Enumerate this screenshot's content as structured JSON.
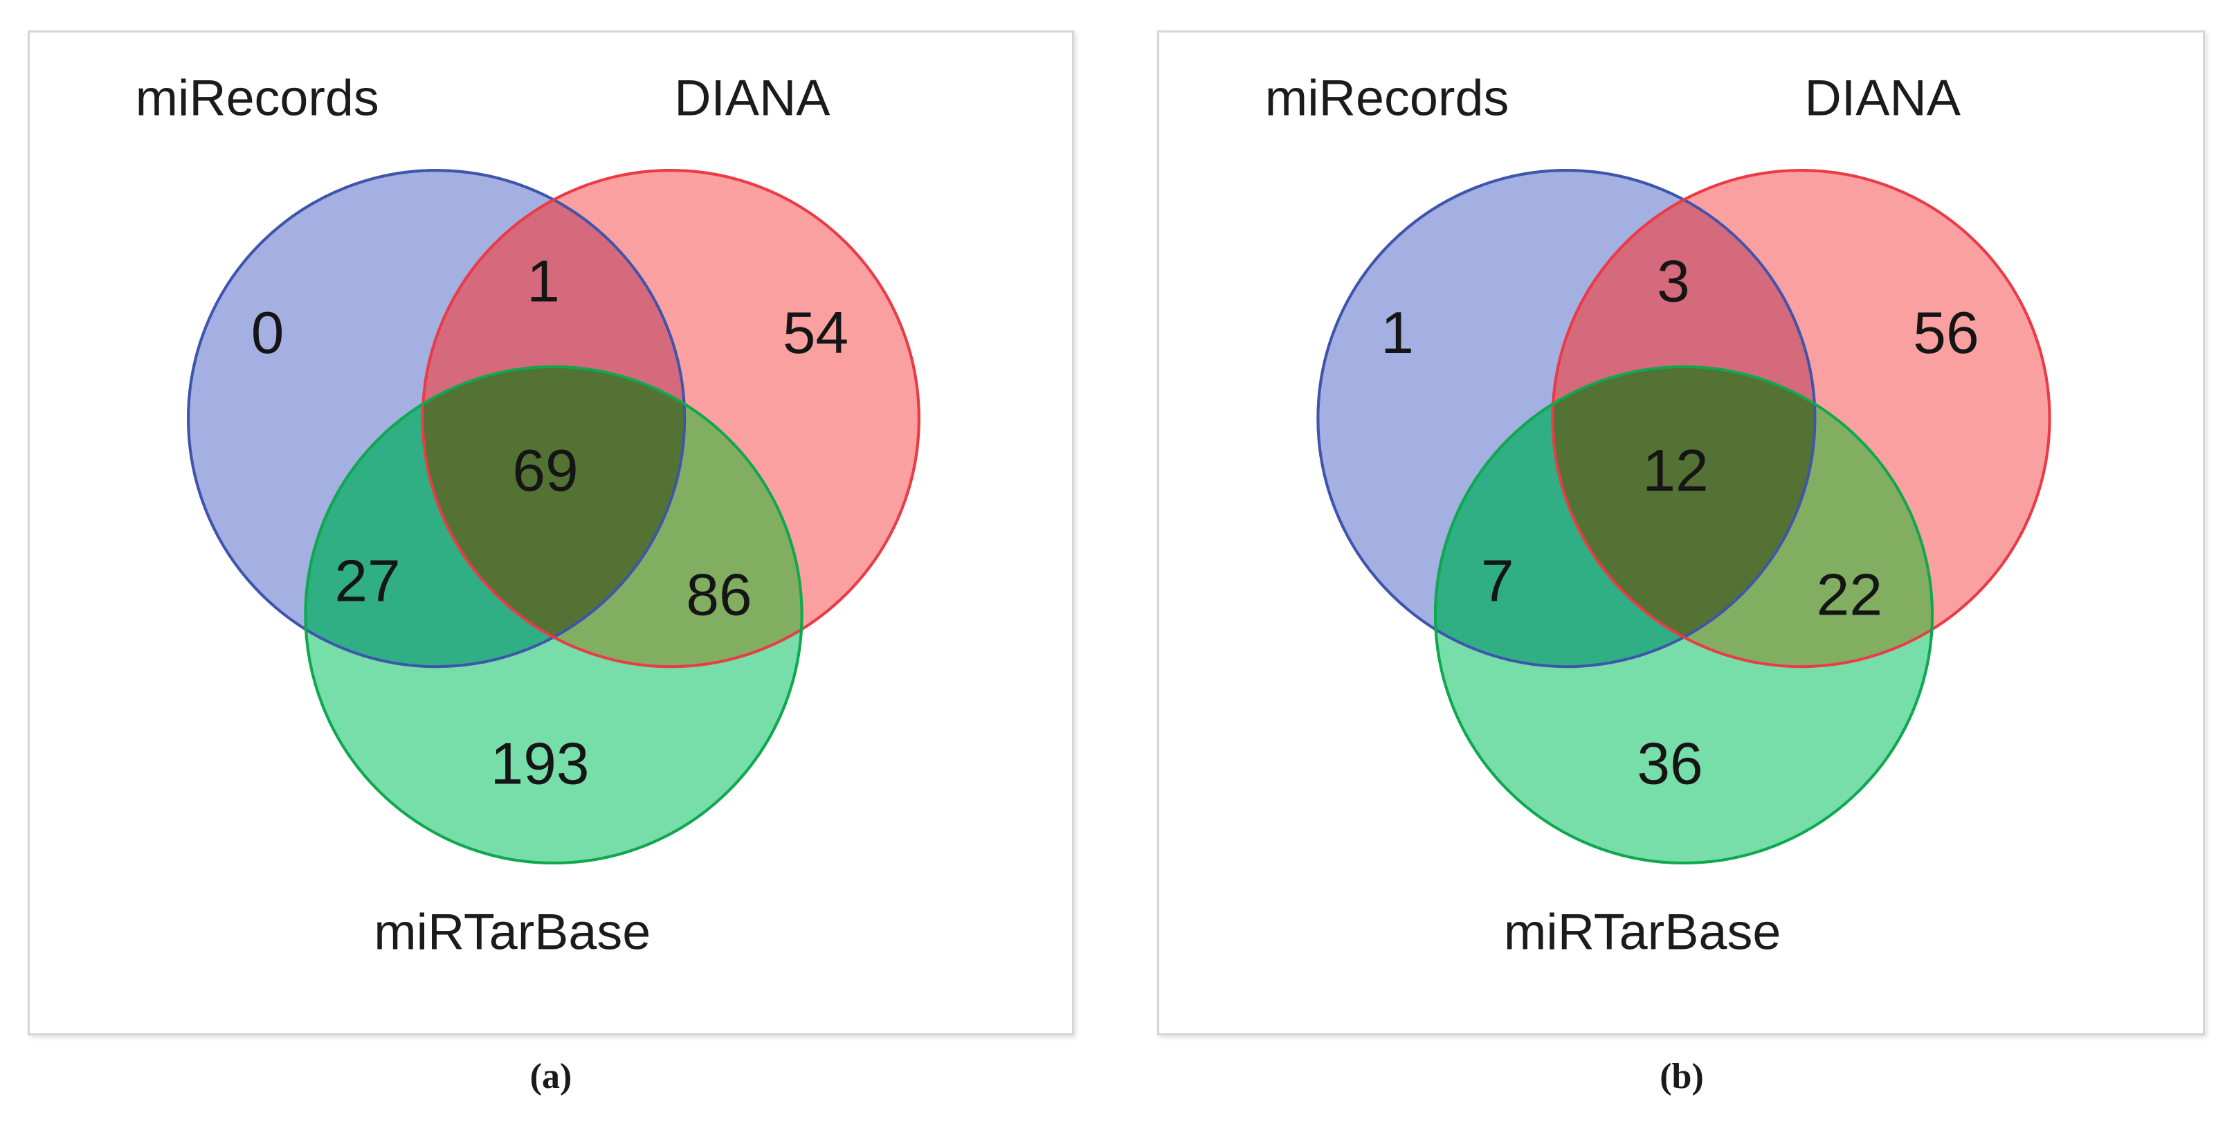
{
  "figure": {
    "panels": [
      {
        "caption": "(a)",
        "sets": {
          "top_left": "miRecords",
          "top_right": "DIANA",
          "bottom": "miRTarBase"
        },
        "counts": {
          "only_top_left": "0",
          "only_top_right": "54",
          "only_bottom": "193",
          "top_left_and_top_right": "1",
          "top_left_and_bottom": "27",
          "top_right_and_bottom": "86",
          "all_three": "69"
        }
      },
      {
        "caption": "(b)",
        "sets": {
          "top_left": "miRecords",
          "top_right": "DIANA",
          "bottom": "miRTarBase"
        },
        "counts": {
          "only_top_left": "1",
          "only_top_right": "56",
          "only_bottom": "36",
          "top_left_and_top_right": "3",
          "top_left_and_bottom": "7",
          "top_right_and_bottom": "22",
          "all_three": "12"
        }
      }
    ],
    "colors": {
      "set_top_left_fill": "#6c80cf",
      "set_top_left_stroke": "#3f55ad",
      "set_top_right_fill": "#fa7c7c",
      "set_top_right_stroke": "#ea3b46",
      "set_bottom_fill": "#43d189",
      "set_bottom_stroke": "#0fa84f",
      "panel_border": "#d6d6d6",
      "text": "#151515",
      "background": "#ffffff"
    }
  },
  "chart_data": {
    "type": "venn",
    "title": "",
    "sets": [
      "miRecords",
      "DIANA",
      "miRTarBase"
    ],
    "panels": [
      {
        "label": "(a)",
        "regions": {
          "miRecords": 0,
          "DIANA": 54,
          "miRTarBase": 193,
          "miRecords&DIANA": 1,
          "miRecords&miRTarBase": 27,
          "DIANA&miRTarBase": 86,
          "miRecords&DIANA&miRTarBase": 69
        }
      },
      {
        "label": "(b)",
        "regions": {
          "miRecords": 1,
          "DIANA": 56,
          "miRTarBase": 36,
          "miRecords&DIANA": 3,
          "miRecords&miRTarBase": 7,
          "DIANA&miRTarBase": 22,
          "miRecords&DIANA&miRTarBase": 12
        }
      }
    ],
    "legend_position": "outside-labels",
    "grid": false
  }
}
